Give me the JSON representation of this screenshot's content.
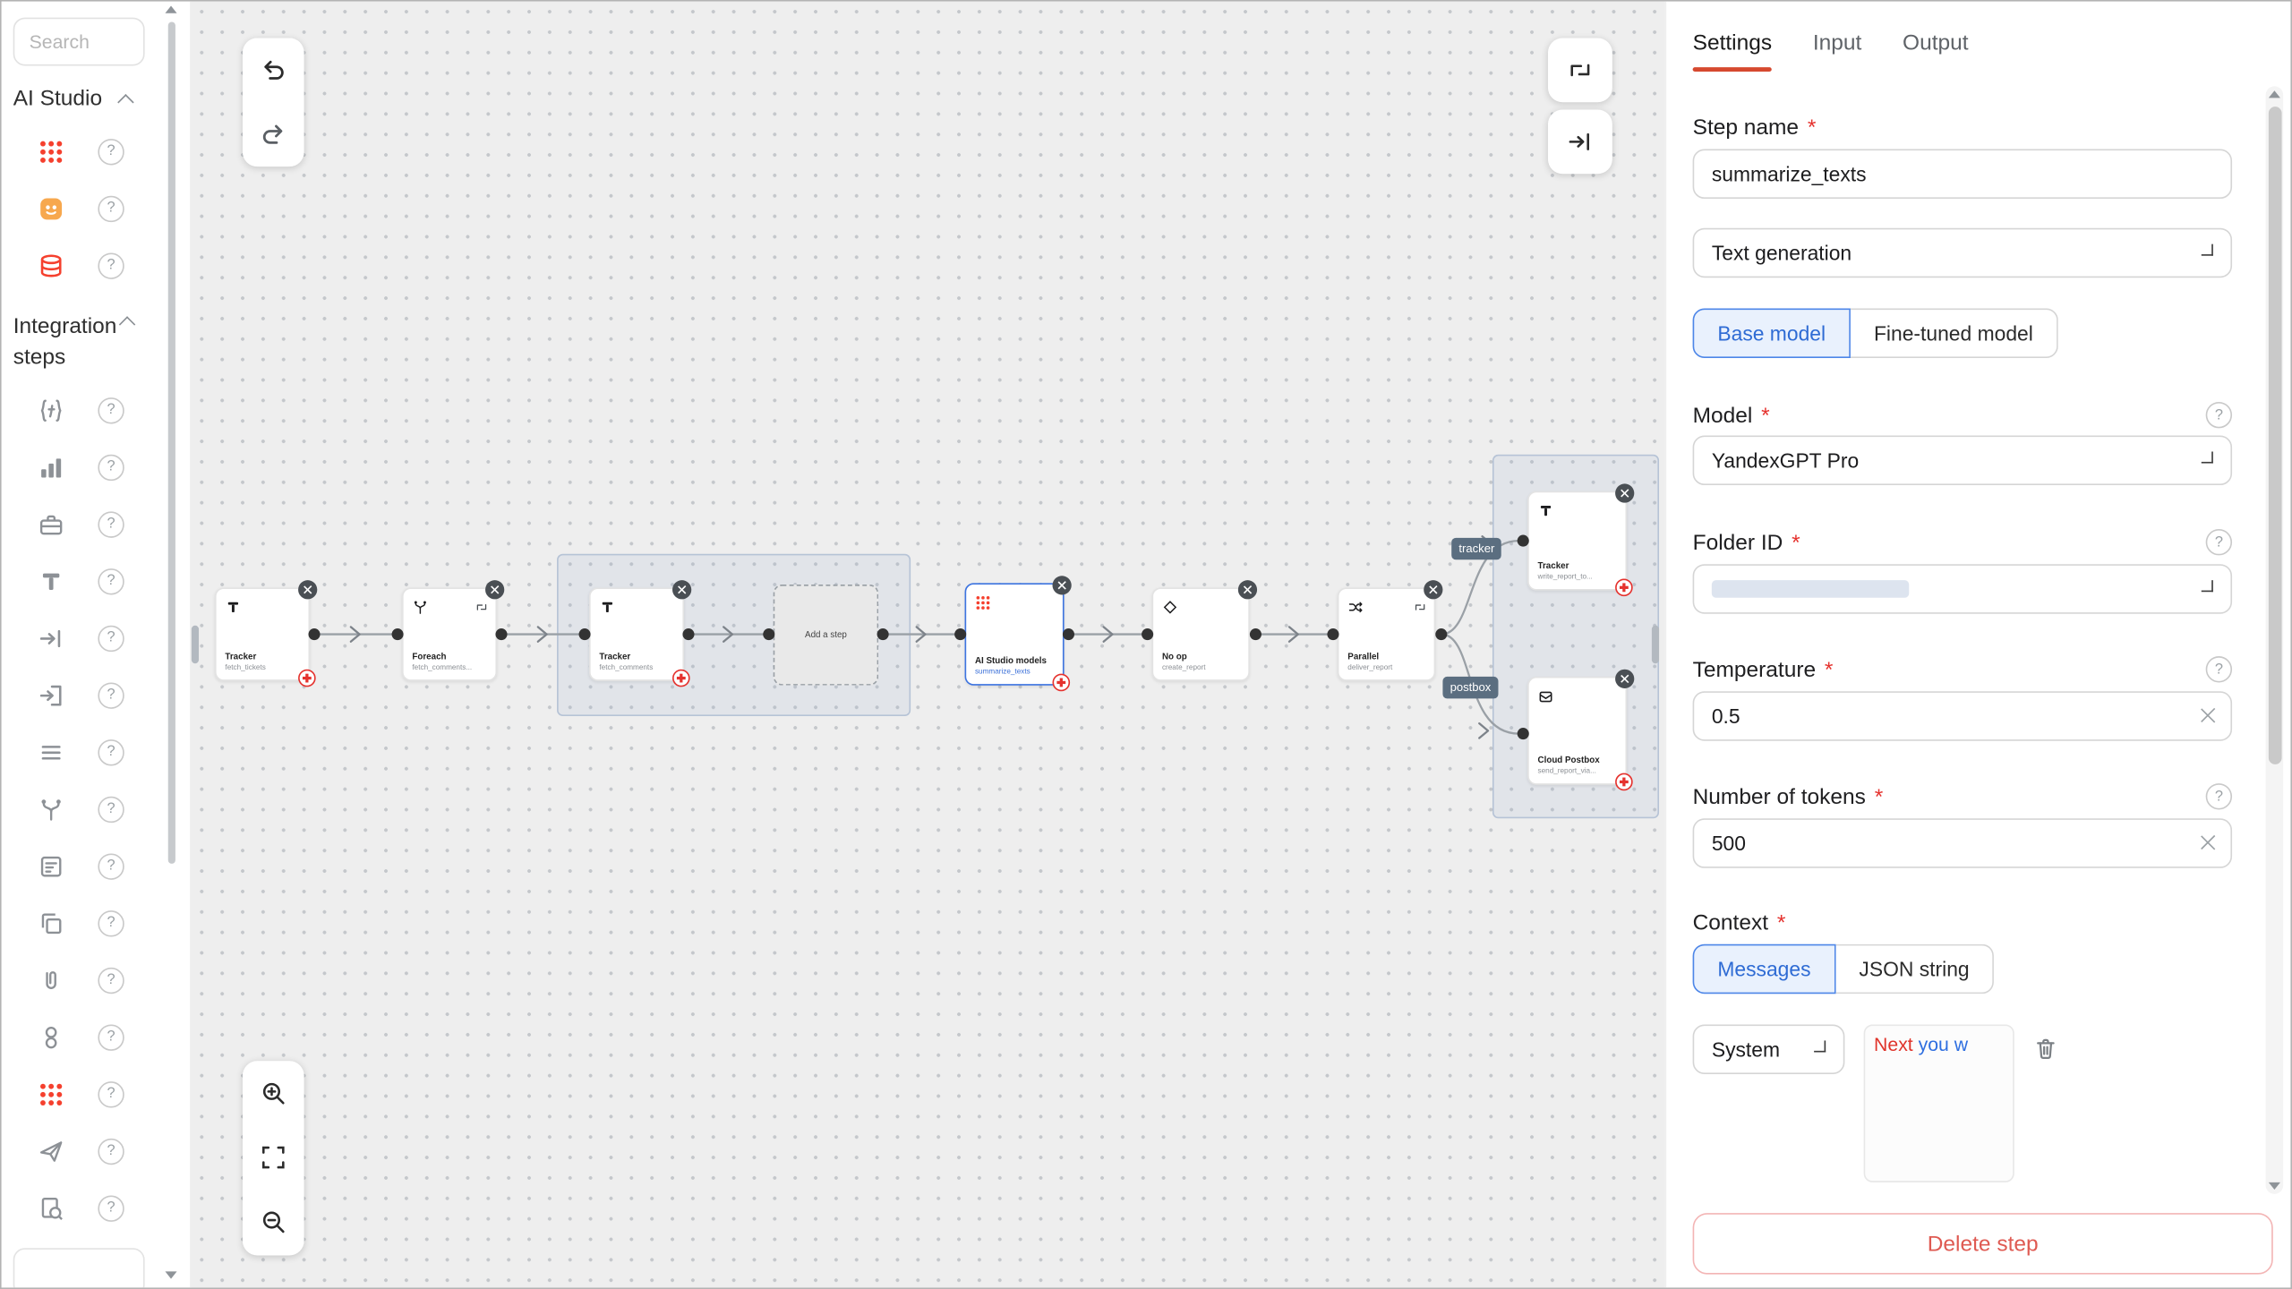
{
  "ui": {
    "help_glyph": "?"
  },
  "sidebar": {
    "search_placeholder": "Search",
    "ai_section_label": "AI Studio",
    "integration_section_label": "Integration steps"
  },
  "canvas": {
    "add_step_label": "Add a step",
    "badge_tracker": "tracker",
    "badge_postbox": "postbox",
    "nodes": {
      "n1": {
        "title": "Tracker",
        "subtitle": "fetch_tickets"
      },
      "n2": {
        "title": "Foreach",
        "subtitle": "fetch_comments..."
      },
      "n3": {
        "title": "Tracker",
        "subtitle": "fetch_comments"
      },
      "n5": {
        "title": "AI Studio models",
        "subtitle": "summarize_texts"
      },
      "n6": {
        "title": "No op",
        "subtitle": "create_report"
      },
      "n7": {
        "title": "Parallel",
        "subtitle": "deliver_report"
      },
      "n8": {
        "title": "Tracker",
        "subtitle": "write_report_to..."
      },
      "n9": {
        "title": "Cloud Postbox",
        "subtitle": "send_report_via..."
      }
    }
  },
  "panel": {
    "tabs": {
      "settings": "Settings",
      "input": "Input",
      "output": "Output"
    },
    "required_mark": "*",
    "step_name_label": "Step name",
    "step_name_value": "summarize_texts",
    "step_type_value": "Text generation",
    "base_model_label": "Base model",
    "fine_tuned_label": "Fine-tuned model",
    "model_label": "Model",
    "model_value": "YandexGPT Pro",
    "folder_label": "Folder ID",
    "temperature_label": "Temperature",
    "temperature_value": "0.5",
    "tokens_label": "Number of tokens",
    "tokens_value": "500",
    "context_label": "Context",
    "context_messages": "Messages",
    "context_json": "JSON string",
    "role_value": "System",
    "message_part1": "Next ",
    "message_part2": "you w",
    "delete_label": "Delete step"
  }
}
